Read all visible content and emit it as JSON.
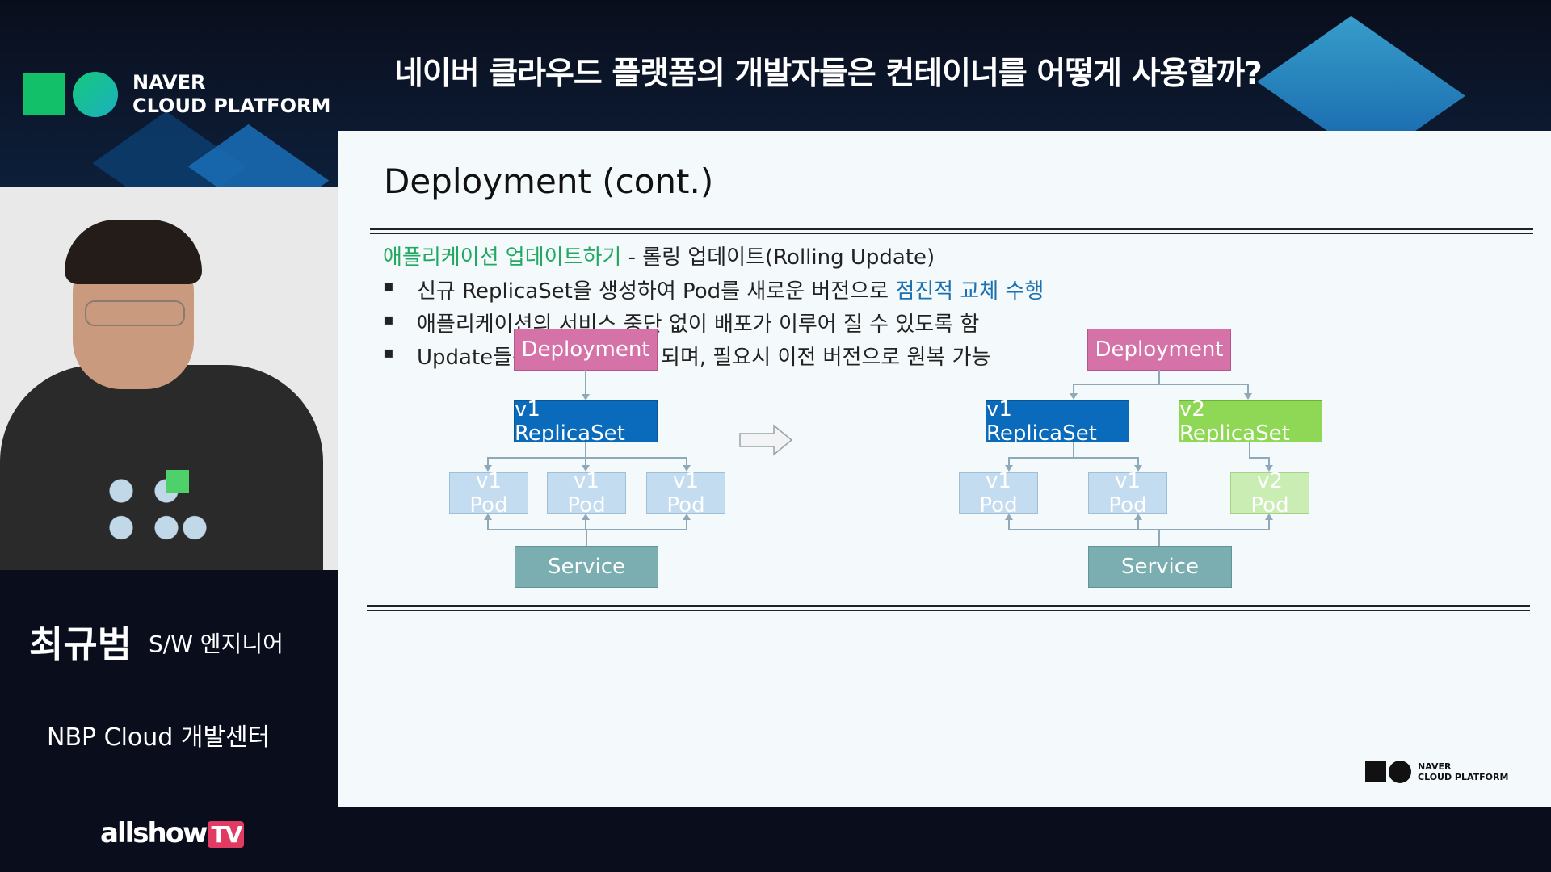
{
  "broadcast": {
    "brand_line1": "NAVER",
    "brand_line2": "CLOUD PLATFORM",
    "headline": "네이버 클라우드 플랫폼의 개발자들은 컨테이너를 어떻게 사용할까?"
  },
  "slide": {
    "title": "Deployment (cont.)",
    "subtitle_green": "애플리케이션 업데이트하기",
    "subtitle_rest": " - 롤링 업데이트(Rolling Update)",
    "bullets": [
      {
        "text": "신규 ReplicaSet을 생성하여 Pod를 새로운 버전으로 ",
        "highlight": "점진적 교체 수행"
      },
      {
        "text": "애플리케이션의 서비스 중단 없이 배포가 이루어 질 수 있도록 함",
        "highlight": ""
      },
      {
        "text": "Update들은 버전으로 관리되며, 필요시 이전 버전으로 원복 가능",
        "highlight": ""
      }
    ],
    "diagram_left": {
      "deployment": "Deployment",
      "replicaset": "v1  ReplicaSet",
      "pods": [
        {
          "version": "v1",
          "label": "Pod"
        },
        {
          "version": "v1",
          "label": "Pod"
        },
        {
          "version": "v1",
          "label": "Pod"
        }
      ],
      "service": "Service"
    },
    "diagram_right": {
      "deployment": "Deployment",
      "replicaset_old": "v1   ReplicaSet",
      "replicaset_new": "v2   ReplicaSet",
      "pods": [
        {
          "version": "v1",
          "label": "Pod"
        },
        {
          "version": "v1",
          "label": "Pod"
        },
        {
          "version": "v2",
          "label": "Pod"
        }
      ],
      "service": "Service"
    },
    "logo_line1": "NAVER",
    "logo_line2": "CLOUD PLATFORM"
  },
  "speaker": {
    "name": "최규범",
    "role": "S/W 엔지니어",
    "team": "NBP Cloud 개발센터"
  },
  "footer": {
    "channel": "allshow",
    "channel_badge": "TV"
  },
  "colors": {
    "deployment": "#d573a8",
    "replicaset_v1": "#0a6bbd",
    "replicaset_v2": "#8fd856",
    "service": "#7aaeb0",
    "accent_green": "#22a861",
    "accent_blue": "#1a70b0"
  }
}
